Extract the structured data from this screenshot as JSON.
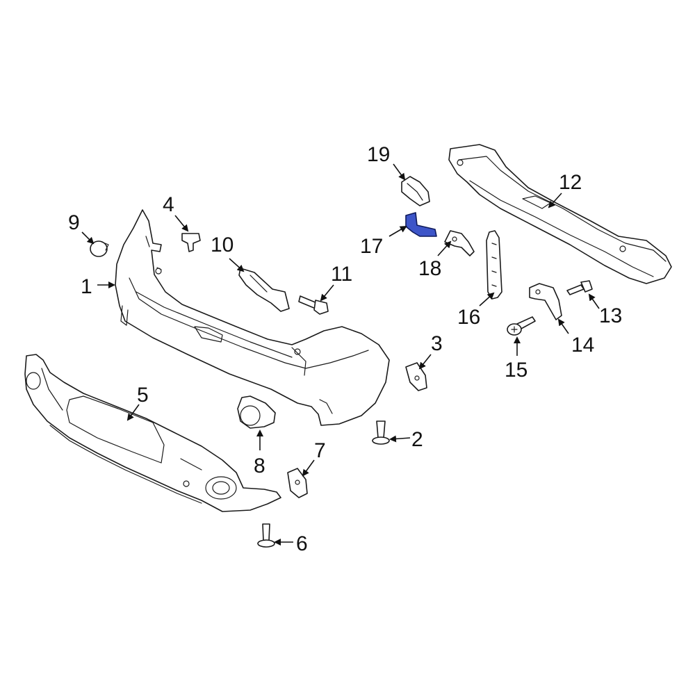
{
  "highlight_color": "#3d55c8",
  "callouts": {
    "c1": "1",
    "c2": "2",
    "c3": "3",
    "c4": "4",
    "c5": "5",
    "c6": "6",
    "c7": "7",
    "c8": "8",
    "c9": "9",
    "c10": "10",
    "c11": "11",
    "c12": "12",
    "c13": "13",
    "c14": "14",
    "c15": "15",
    "c16": "16",
    "c17": "17",
    "c18": "18",
    "c19": "19"
  },
  "highlighted_part": "17"
}
